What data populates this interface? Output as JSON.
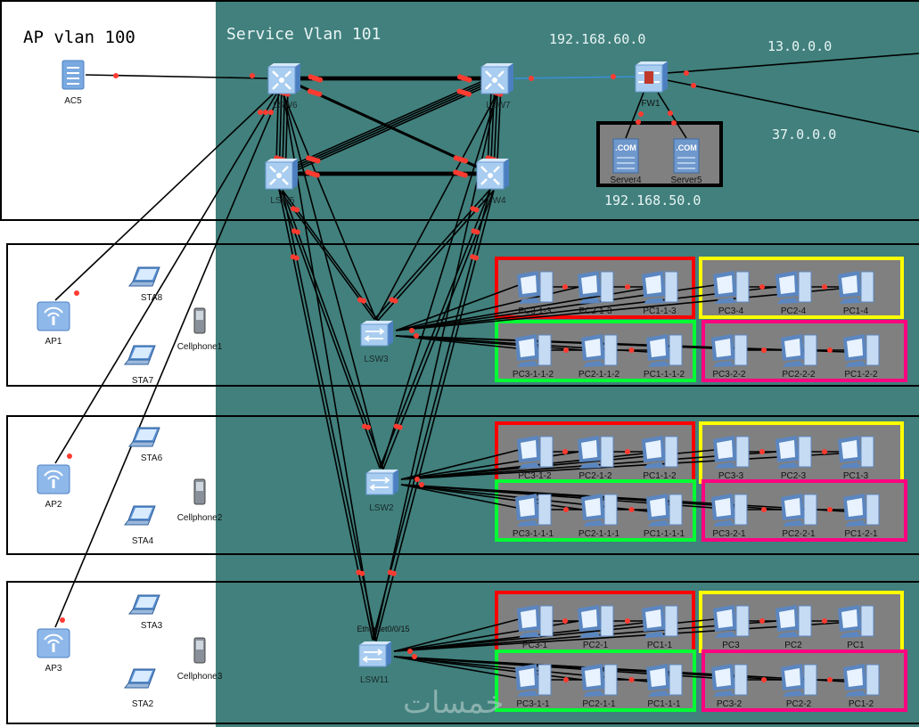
{
  "zones": {
    "ap_vlan": "AP vlan 100",
    "service_vlan": "Service Vlan 101"
  },
  "subnets": {
    "fw_lan": "192.168.60.0",
    "server_lan": "192.168.50.0",
    "wan1": "13.0.0.0",
    "wan2": "37.0.0.0"
  },
  "devices": {
    "ac": "AC5",
    "core": [
      "LSW6",
      "LSW7",
      "LSW5",
      "LSW4"
    ],
    "firewall": "FW1",
    "servers": [
      "Server4",
      "Server5"
    ],
    "access": [
      "LSW3",
      "LSW2",
      "LSW11"
    ],
    "port_label": "Ethernet0/0/15"
  },
  "wireless_rows": [
    {
      "ap": "AP1",
      "stas": [
        "STA8",
        "STA7"
      ],
      "phone": "Cellphone1"
    },
    {
      "ap": "AP2",
      "stas": [
        "STA6",
        "STA4"
      ],
      "phone": "Cellphone2"
    },
    {
      "ap": "AP3",
      "stas": [
        "STA3",
        "STA2"
      ],
      "phone": "Cellphone3"
    }
  ],
  "pc_rows": [
    {
      "red": [
        "PC3-1-3",
        "PC2-1-3",
        "PC1-1-3"
      ],
      "yellow": [
        "PC3-4",
        "PC2-4",
        "PC1-4"
      ],
      "green": [
        "PC3-1-1-2",
        "PC2-1-1-2",
        "PC1-1-1-2"
      ],
      "magenta": [
        "PC3-2-2",
        "PC2-2-2",
        "PC1-2-2"
      ]
    },
    {
      "red": [
        "PC3-1-2",
        "PC2-1-2",
        "PC1-1-2"
      ],
      "yellow": [
        "PC3-3",
        "PC2-3",
        "PC1-3"
      ],
      "green": [
        "PC3-1-1-1",
        "PC2-1-1-1",
        "PC1-1-1-1"
      ],
      "magenta": [
        "PC3-2-1",
        "PC2-2-1",
        "PC1-2-1"
      ]
    },
    {
      "red": [
        "PC3-1",
        "PC2-1",
        "PC1-1"
      ],
      "yellow": [
        "PC3",
        "PC2",
        "PC1"
      ],
      "green": [
        "PC3-1-1",
        "PC2-1-1",
        "PC1-1-1"
      ],
      "magenta": [
        "PC3-2",
        "PC2-2",
        "PC1-2"
      ]
    }
  ],
  "watermark": "خمسات",
  "colors": {
    "background": "#41807d",
    "ap_zone": "#ffffff",
    "group_fill": "#808080",
    "red": "#ff0000",
    "yellow": "#ffff00",
    "green": "#00ff33",
    "magenta": "#ff0080",
    "port_dot": "#ff3b30",
    "fw_link": "#3a8fd8"
  }
}
